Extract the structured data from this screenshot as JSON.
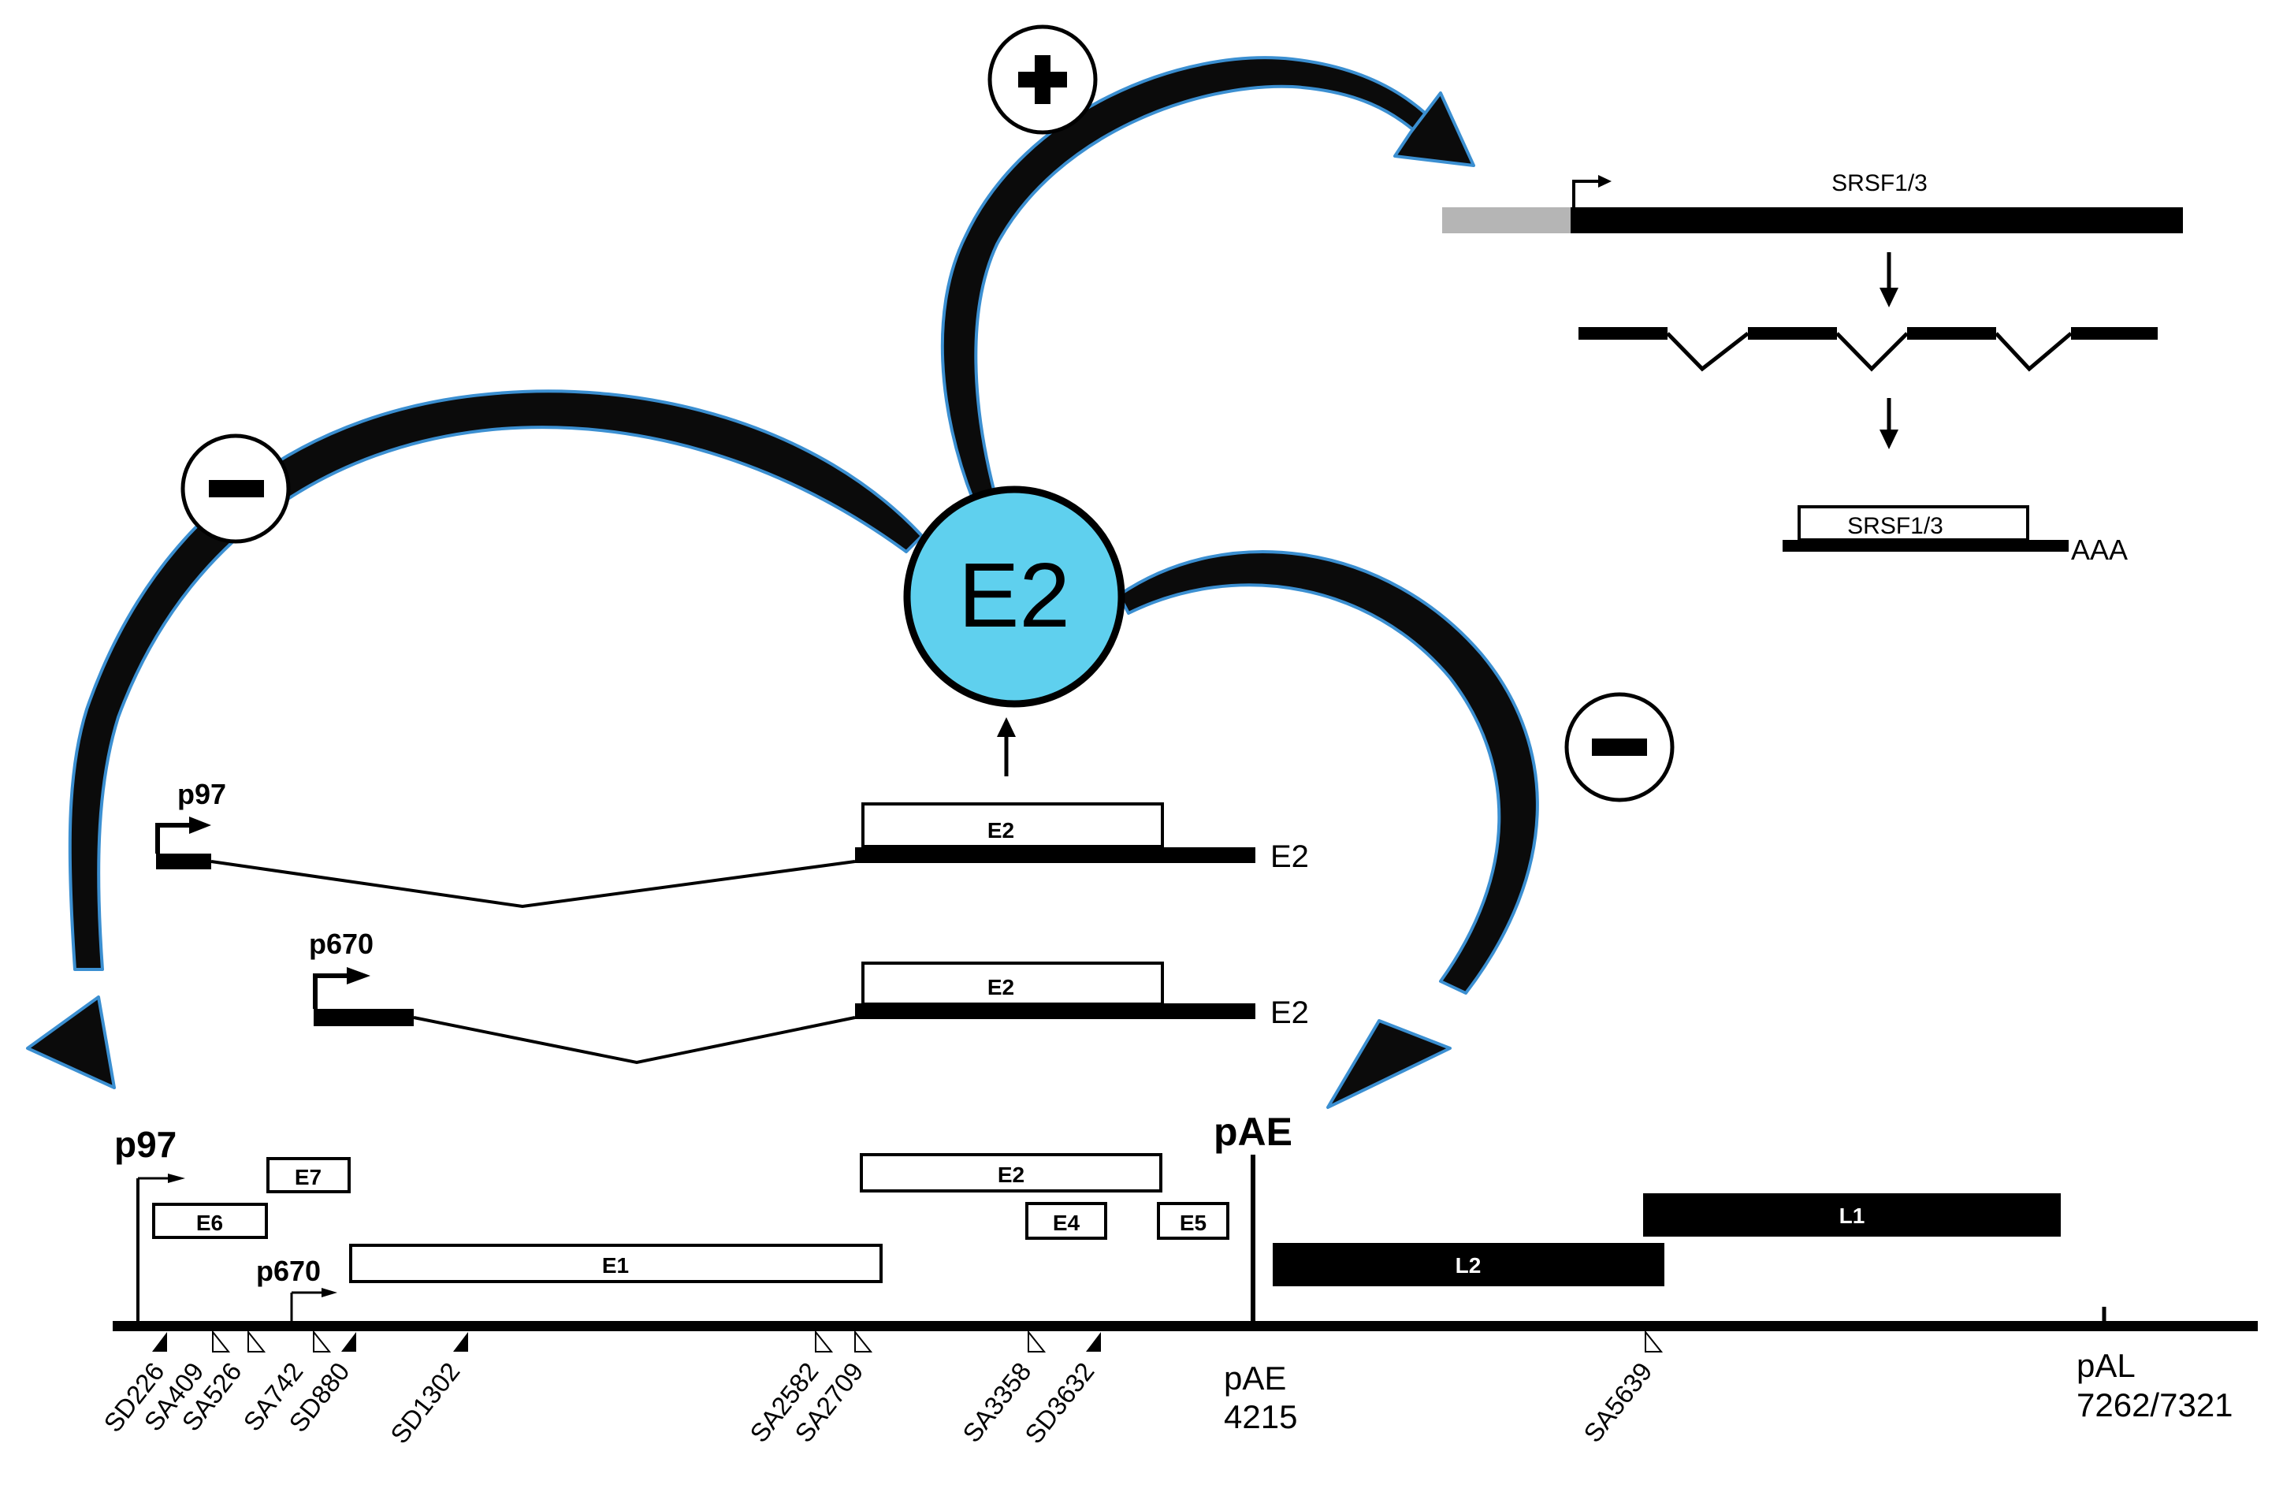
{
  "colors": {
    "arrow_fill": "#0b0b0b",
    "arrow_edge": "#3b8fd1",
    "e2_circle_fill": "#5fd0ee",
    "utr_grey": "#b5b5b5"
  },
  "center": {
    "label": "E2"
  },
  "regulation_signs": {
    "plus": "+",
    "minus_left": "−",
    "minus_right": "−"
  },
  "srsf": {
    "gene_label": "SRSF1/3",
    "mrna_label": "SRSF1/3",
    "polya": "AAA"
  },
  "transcripts": {
    "p97": {
      "promoter": "p97",
      "orf": "E2",
      "end_label": "E2"
    },
    "p670": {
      "promoter": "p670",
      "orf": "E2",
      "end_label": "E2"
    }
  },
  "genome": {
    "promoters": {
      "p97": "p97",
      "p670": "p670",
      "pAE": "pAE"
    },
    "orfs": {
      "E6": "E6",
      "E7": "E7",
      "E1": "E1",
      "E2": "E2",
      "E4": "E4",
      "E5": "E5",
      "L2": "L2",
      "L1": "L1"
    },
    "sites": [
      "SD226",
      "SA409",
      "SA526",
      "SA742",
      "SD880",
      "SD1302",
      "SA2582",
      "SA2709",
      "SA3358",
      "SD3632",
      "SA5639"
    ],
    "pAE": {
      "name": "pAE",
      "position": "4215"
    },
    "pAL": {
      "name": "pAL",
      "position": "7262/7321"
    }
  }
}
